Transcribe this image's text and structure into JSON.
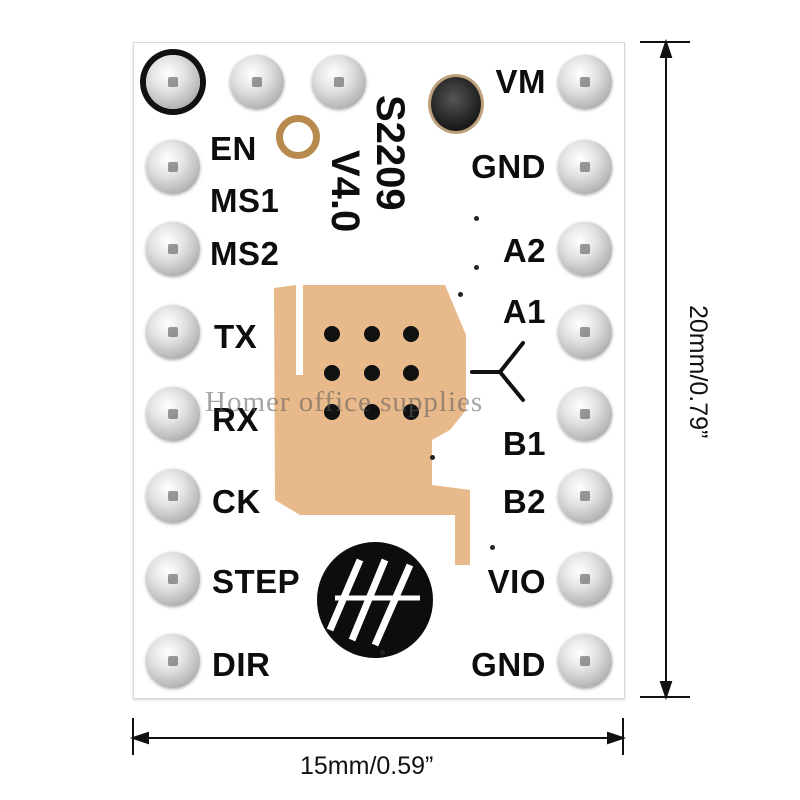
{
  "board": {
    "title_line1": "S2209",
    "title_line2": "V4.0",
    "left_labels": [
      "EN",
      "MS1",
      "MS2",
      "TX",
      "RX",
      "CK",
      "STEP",
      "DIR"
    ],
    "right_labels": [
      "VM",
      "GND",
      "A2",
      "A1",
      "B1",
      "B2",
      "VIO",
      "GND"
    ]
  },
  "dimensions": {
    "width_text": "15mm/0.59”",
    "height_text": "20mm/0.79”"
  },
  "watermark": "Homer office supplies",
  "colors": {
    "copper_pad": "#e8b98a",
    "board": "#ffffff",
    "silkscreen": "#0d0d0d"
  }
}
